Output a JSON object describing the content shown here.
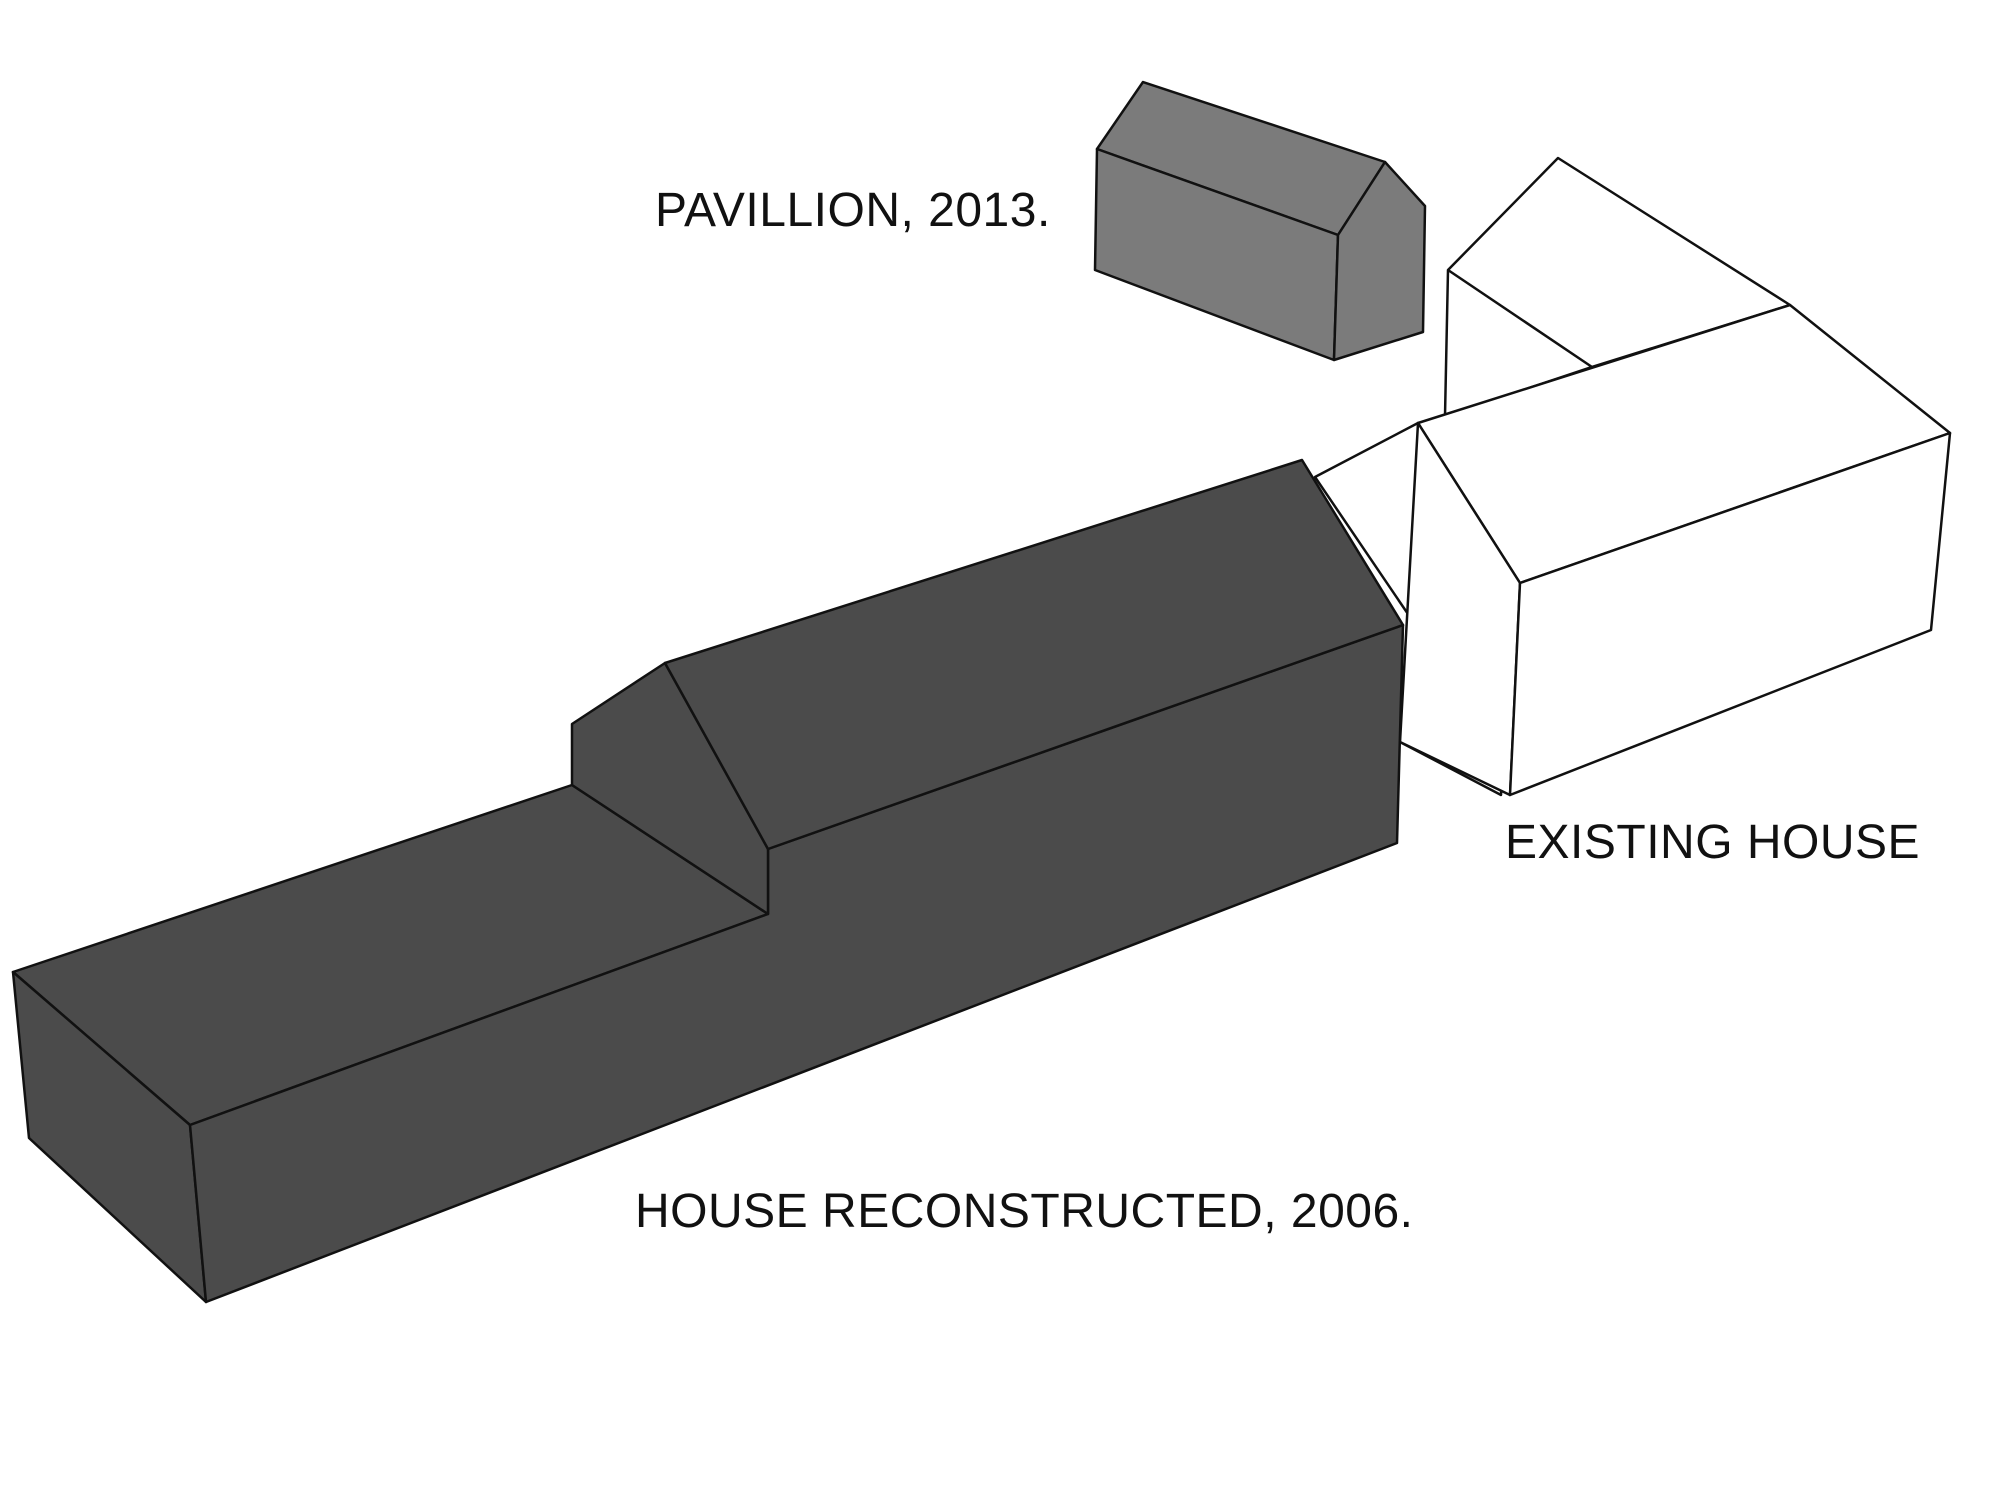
{
  "labels": {
    "pavilion": "PAVILLION, 2013.",
    "existing_house": "EXISTING HOUSE",
    "house_reconstructed": "HOUSE RECONSTRUCTED, 2006."
  },
  "colors": {
    "pavilion_fill": "#7b7b7b",
    "reconstructed_fill": "#4b4b4b",
    "existing_fill": "#ffffff",
    "line": "#111111",
    "background": "#ffffff"
  }
}
